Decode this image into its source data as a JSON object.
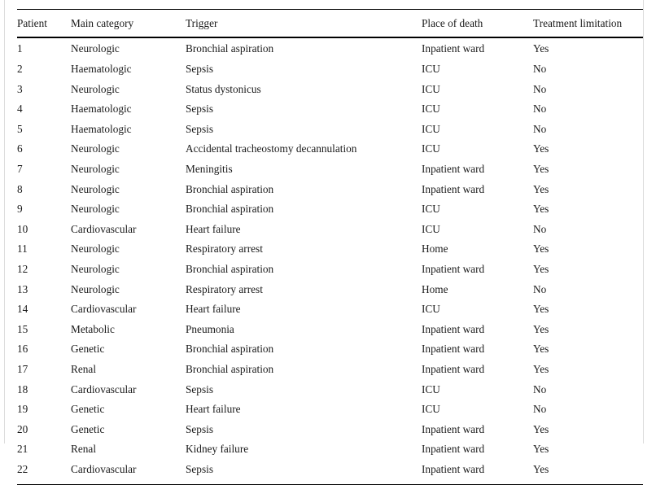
{
  "table": {
    "columns": [
      {
        "key": "patient",
        "label": "Patient"
      },
      {
        "key": "category",
        "label": "Main category"
      },
      {
        "key": "trigger",
        "label": "Trigger"
      },
      {
        "key": "place",
        "label": "Place of death"
      },
      {
        "key": "limitation",
        "label": "Treatment limitation"
      }
    ],
    "rows": [
      {
        "patient": "1",
        "category": "Neurologic",
        "trigger": "Bronchial aspiration",
        "place": "Inpatient ward",
        "limitation": "Yes"
      },
      {
        "patient": "2",
        "category": "Haematologic",
        "trigger": "Sepsis",
        "place": "ICU",
        "limitation": "No"
      },
      {
        "patient": "3",
        "category": "Neurologic",
        "trigger": "Status dystonicus",
        "place": "ICU",
        "limitation": "No"
      },
      {
        "patient": "4",
        "category": "Haematologic",
        "trigger": "Sepsis",
        "place": "ICU",
        "limitation": "No"
      },
      {
        "patient": "5",
        "category": "Haematologic",
        "trigger": "Sepsis",
        "place": "ICU",
        "limitation": "No"
      },
      {
        "patient": "6",
        "category": "Neurologic",
        "trigger": "Accidental tracheostomy decannulation",
        "place": "ICU",
        "limitation": "Yes"
      },
      {
        "patient": "7",
        "category": "Neurologic",
        "trigger": "Meningitis",
        "place": "Inpatient ward",
        "limitation": "Yes"
      },
      {
        "patient": "8",
        "category": "Neurologic",
        "trigger": "Bronchial aspiration",
        "place": "Inpatient ward",
        "limitation": "Yes"
      },
      {
        "patient": "9",
        "category": "Neurologic",
        "trigger": "Bronchial aspiration",
        "place": "ICU",
        "limitation": "Yes"
      },
      {
        "patient": "10",
        "category": "Cardiovascular",
        "trigger": "Heart failure",
        "place": "ICU",
        "limitation": "No"
      },
      {
        "patient": "11",
        "category": "Neurologic",
        "trigger": "Respiratory arrest",
        "place": "Home",
        "limitation": "Yes"
      },
      {
        "patient": "12",
        "category": "Neurologic",
        "trigger": "Bronchial aspiration",
        "place": "Inpatient ward",
        "limitation": "Yes"
      },
      {
        "patient": "13",
        "category": "Neurologic",
        "trigger": "Respiratory arrest",
        "place": "Home",
        "limitation": "No"
      },
      {
        "patient": "14",
        "category": "Cardiovascular",
        "trigger": "Heart failure",
        "place": "ICU",
        "limitation": "Yes"
      },
      {
        "patient": "15",
        "category": "Metabolic",
        "trigger": "Pneumonia",
        "place": "Inpatient ward",
        "limitation": "Yes"
      },
      {
        "patient": "16",
        "category": "Genetic",
        "trigger": "Bronchial aspiration",
        "place": "Inpatient ward",
        "limitation": "Yes"
      },
      {
        "patient": "17",
        "category": "Renal",
        "trigger": "Bronchial aspiration",
        "place": "Inpatient ward",
        "limitation": "Yes"
      },
      {
        "patient": "18",
        "category": "Cardiovascular",
        "trigger": "Sepsis",
        "place": "ICU",
        "limitation": "No"
      },
      {
        "patient": "19",
        "category": "Genetic",
        "trigger": "Heart failure",
        "place": "ICU",
        "limitation": "No"
      },
      {
        "patient": "20",
        "category": "Genetic",
        "trigger": "Sepsis",
        "place": "Inpatient ward",
        "limitation": "Yes"
      },
      {
        "patient": "21",
        "category": "Renal",
        "trigger": "Kidney failure",
        "place": "Inpatient ward",
        "limitation": "Yes"
      },
      {
        "patient": "22",
        "category": "Cardiovascular",
        "trigger": "Sepsis",
        "place": "Inpatient ward",
        "limitation": "Yes"
      }
    ]
  },
  "style": {
    "text_color": "#1a1a1a",
    "rule_color": "#000000",
    "frame_line_color": "#dcdcdc",
    "background": "#ffffff"
  }
}
